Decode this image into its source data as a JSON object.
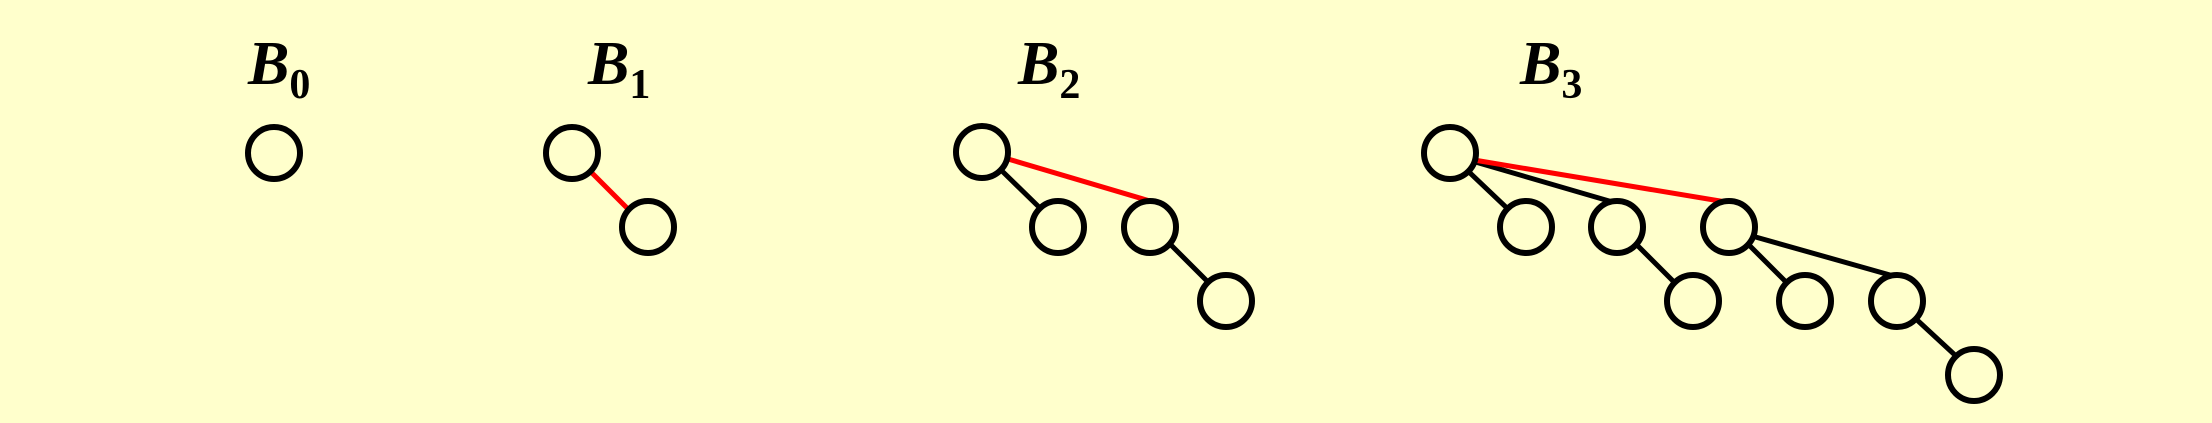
{
  "colors": {
    "background": "#FFFFCC",
    "edge_default": "#000000",
    "edge_highlight": "#FF0000",
    "node_stroke": "#000000"
  },
  "trees": [
    {
      "id": "b0",
      "label": {
        "letter": "B",
        "sub": "0"
      }
    },
    {
      "id": "b1",
      "label": {
        "letter": "B",
        "sub": "1"
      }
    },
    {
      "id": "b2",
      "label": {
        "letter": "B",
        "sub": "2"
      }
    },
    {
      "id": "b3",
      "label": {
        "letter": "B",
        "sub": "3"
      }
    }
  ]
}
